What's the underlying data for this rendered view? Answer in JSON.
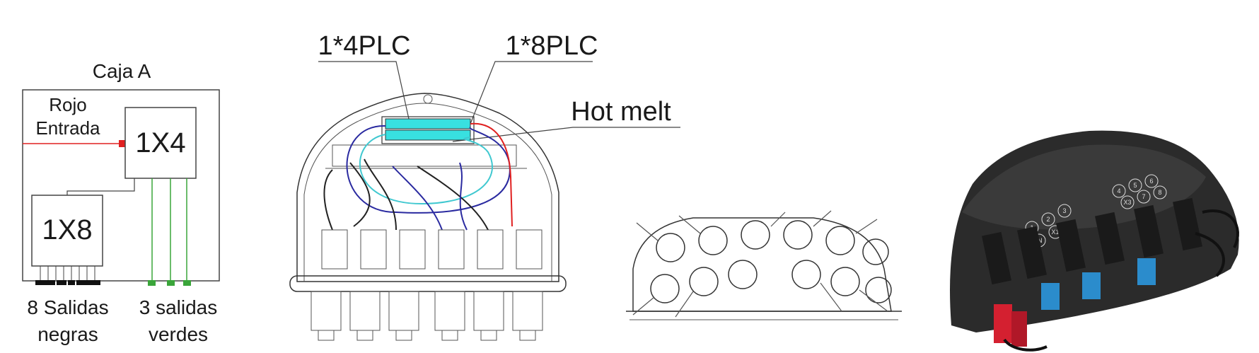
{
  "panel_a": {
    "box_title": "Caja A",
    "input_line1": "Rojo",
    "input_line2": "Entrada",
    "splitter_small": "1X4",
    "splitter_large": "1X8",
    "black_outputs_line1": "8 Salidas",
    "black_outputs_line2": "negras",
    "green_outputs_line1": "3 salidas",
    "green_outputs_line2": "verdes"
  },
  "panel_b": {
    "callout_plc4": "1*4PLC",
    "callout_plc8": "1*8PLC",
    "callout_hotmelt": "Hot melt"
  },
  "panel_d": {
    "port_labels_left": [
      "1",
      "2",
      "3",
      "IN",
      "X1"
    ],
    "port_labels_right": [
      "4",
      "5",
      "6",
      "X3",
      "7",
      "8"
    ]
  },
  "colors": {
    "input_red": "#e02020",
    "output_green": "#3aa53a",
    "output_black": "#111111",
    "plc_cyan": "#38e0e0",
    "fiber_blue": "#2a2aa0",
    "fiber_cyan": "#40c8d0",
    "housing_dark": "#2b2b2b",
    "connector_blue": "#2b8ccc",
    "connector_red": "#d42030"
  }
}
